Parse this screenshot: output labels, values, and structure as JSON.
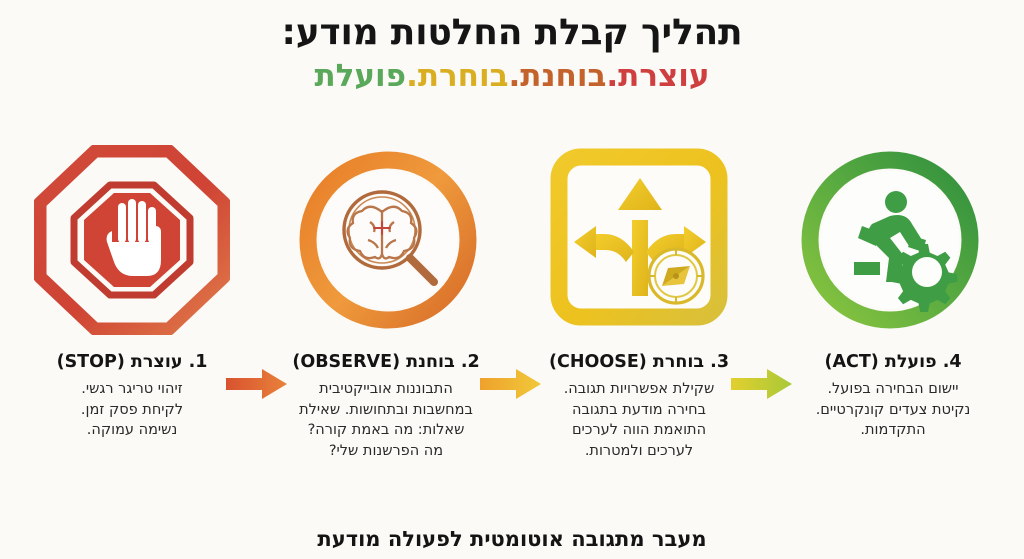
{
  "title": {
    "main": "תהליך קבלת החלטות מודע:",
    "parts": [
      {
        "text": "עוצרת.",
        "color": "#cf3f3f"
      },
      {
        "text": "בוחנת.",
        "color": "#c4622c"
      },
      {
        "text": "בוחרת.",
        "color": "#d9ae20"
      },
      {
        "text": "פועלת",
        "color": "#5aa85a"
      }
    ]
  },
  "steps": [
    {
      "id": "stop",
      "label": "1. עוצרת (STOP)",
      "icon": "octagon-stop-hand-icon",
      "shape": "octagon",
      "color": "#cf4434",
      "color_light": "#e07a5a",
      "desc_lines": [
        "זיהוי טריגר רגשי.",
        "לקיחת פסק זמן.",
        "נשימה עמוקה."
      ]
    },
    {
      "id": "observe",
      "label": "2. בוחנת (OBSERVE)",
      "icon": "magnifier-brain-icon",
      "shape": "circle",
      "color": "#e2822a",
      "color_light": "#ef9a3c",
      "desc_lines": [
        "התבוננות אובייקטיבית",
        "במחשבות ובתחושות. שאילת",
        "שאלות: מה באמת קורה?",
        "מה הפרשנות שלי?"
      ]
    },
    {
      "id": "choose",
      "label": "3. בוחרת (CHOOSE)",
      "icon": "fork-arrows-compass-icon",
      "shape": "rounded-square",
      "color": "#edc21f",
      "color_light": "#f4d94a",
      "desc_lines": [
        "שקילת אפשרויות תגובה.",
        "בחירה מודעת בתגובה",
        "התואמת הווה לערכים",
        "לערכים ולמטרות."
      ]
    },
    {
      "id": "act",
      "label": "4. פועלת (ACT)",
      "icon": "running-person-gear-icon",
      "shape": "circle",
      "color": "#3f9e45",
      "color_light": "#8cc63f",
      "desc_lines": [
        "יישום הבחירה בפועל.",
        "נקיטת צעדים קונקרטיים.",
        "התקדמות."
      ]
    }
  ],
  "arrows": [
    {
      "from": "stop",
      "to": "observe",
      "color_start": "#d9522f",
      "color_end": "#e8823a"
    },
    {
      "from": "observe",
      "to": "choose",
      "color_start": "#efa12c",
      "color_end": "#f0c93a"
    },
    {
      "from": "choose",
      "to": "act",
      "color_start": "#e3cf2e",
      "color_end": "#a8c939"
    }
  ],
  "footer": {
    "caption": "מעבר מתגובה אוטומטית לפעולה מודעת"
  },
  "background_color": "#fbfaf7"
}
